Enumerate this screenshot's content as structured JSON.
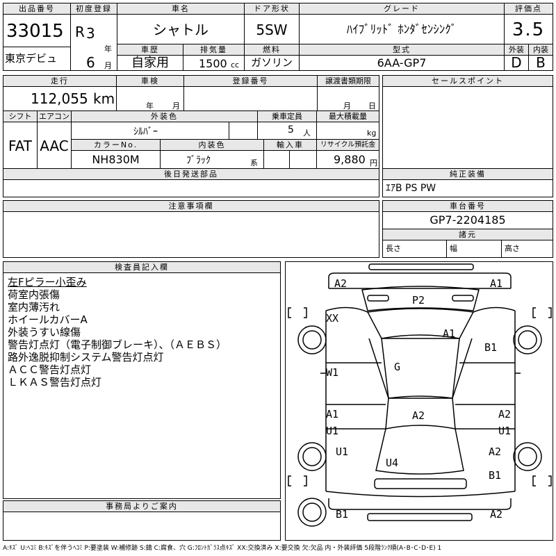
{
  "top": {
    "lot_label": "出品番号",
    "lot": "33015",
    "debut_label": "東京デビュ",
    "first_reg_label": "初度登録",
    "era": "R",
    "year": "3",
    "year_unit": "年",
    "month": "6",
    "month_unit": "月",
    "name_label": "車名",
    "name": "シャトル",
    "history_label": "車歴",
    "history": "自家用",
    "displacement_label": "排気量",
    "displacement": "1500",
    "displacement_unit": "cc",
    "door_label": "ドア形状",
    "door": "5SW",
    "fuel_label": "燃料",
    "fuel": "ガソリン",
    "grade_label": "グレード",
    "grade": "ﾊｲﾌﾞﾘｯﾄﾞ ﾎﾝﾀﾞｾﾝｼﾝｸﾞ",
    "model_label": "型式",
    "model": "6AA-GP7",
    "score_label": "評価点",
    "score": "3.5",
    "ext_label": "外装",
    "ext": "D",
    "int_label": "内装",
    "int": "B"
  },
  "mid": {
    "mileage_label": "走行",
    "mileage": "112,055",
    "mileage_unit": "km",
    "inspection_label": "車検",
    "insp_year": "年",
    "insp_month": "月",
    "regno_label": "登録番号",
    "transfer_label": "譲渡書類期限",
    "tr_month": "月",
    "tr_day": "日",
    "shift_label": "シフト",
    "shift": "FAT",
    "ac_label": "エアコン",
    "ac": "AAC",
    "color_label": "外装色",
    "color": "ｼﾙﾊﾞｰ",
    "capacity_label": "乗車定員",
    "capacity": "5",
    "capacity_unit": "人",
    "load_label": "最大積載量",
    "load_unit": "kg",
    "colorno_label": "カラーNo.",
    "colorno": "NH830M",
    "interior_label": "内装色",
    "interior": "ﾌﾞﾗｯｸ",
    "interior_suffix": "系",
    "import_label": "輸入車",
    "recycle_label": "リサイクル預託金",
    "recycle": "9,880",
    "recycle_unit": "円",
    "later_label": "後日発送部品",
    "sales_label": "セールスポイント",
    "equip_label": "純正装備",
    "equip": "ｴｱB PS PW"
  },
  "notes_label": "注意事項欄",
  "chassis_label": "車台番号",
  "chassis": "GP7-2204185",
  "dims_label": "諸元",
  "len": "長さ",
  "wid": "幅",
  "hgt": "高さ",
  "inspector_label": "検査員記入欄",
  "inspector_notes": [
    "左Fピラー小歪み",
    "荷室内張傷",
    "室内薄汚れ",
    "ホイールカバーA",
    "外装うすい線傷",
    "警告灯点灯（電子制御ブレーキ）、（ＡＥＢＳ）",
    "路外逸脱抑制システム警告灯点灯",
    "ＡＣＣ警告灯点灯",
    "ＬＫＡＳ警告灯点灯"
  ],
  "office_label": "事務局よりご案内",
  "damage": {
    "a2_tl": "A2",
    "a1_tr": "A1",
    "p2": "P2",
    "xx": "XX",
    "a1_roof": "A1",
    "b1_r": "B1",
    "g": "G",
    "w1": "W1",
    "a1_l": "A1",
    "u1_l": "U1",
    "a2_c": "A2",
    "a2_r": "A2",
    "u1_r": "U1",
    "u1_l2": "U1",
    "a2_r2": "A2",
    "u4": "U4",
    "b1_r2": "B1",
    "b1_bl": "B1",
    "a2_br": "A2",
    "bracket": "[  ]"
  },
  "legend": "A:ｷｽﾞ U:ﾍｺﾐ B:ｷｽﾞを伴うﾍｺﾐ P:要塗装 W:補修跡 S:錆 C:腐食、穴 G:ﾌﾛﾝﾄｶﾞﾗｽ点ｷｽﾞ XX:交換済み X:要交換 欠:欠品 内・外装評価 5段階ﾗﾝｸ順(A･B･C･D･E) 1"
}
